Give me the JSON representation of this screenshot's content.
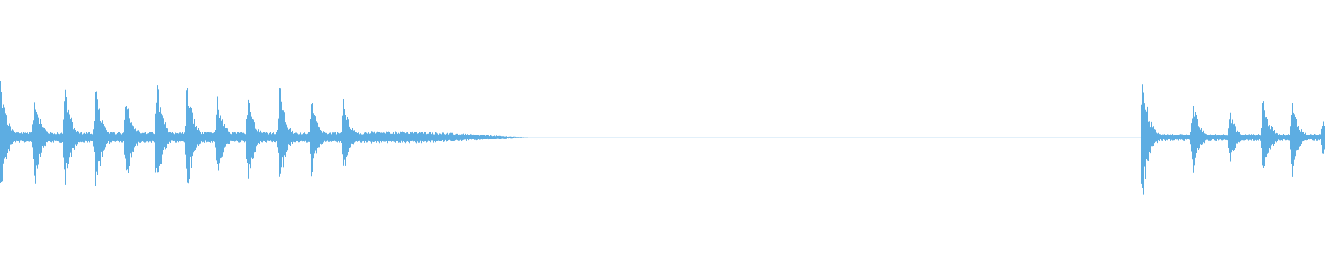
{
  "waveform": {
    "color": "#5dade2",
    "background": "#ffffff",
    "segments": [
      {
        "name": "segment-1",
        "start": 0.0,
        "end": 0.4,
        "tail_end": 0.4,
        "base": 0.04,
        "hits": [
          {
            "t": 0.0,
            "amp": 0.48
          },
          {
            "t": 0.026,
            "amp": 0.39
          },
          {
            "t": 0.049,
            "amp": 0.41
          },
          {
            "t": 0.072,
            "amp": 0.45
          },
          {
            "t": 0.095,
            "amp": 0.41
          },
          {
            "t": 0.118,
            "amp": 0.47
          },
          {
            "t": 0.141,
            "amp": 0.46
          },
          {
            "t": 0.164,
            "amp": 0.34
          },
          {
            "t": 0.187,
            "amp": 0.39
          },
          {
            "t": 0.211,
            "amp": 0.4
          },
          {
            "t": 0.235,
            "amp": 0.31
          },
          {
            "t": 0.259,
            "amp": 0.31
          }
        ],
        "fade_start": 0.28,
        "fade_end": 0.4
      },
      {
        "name": "segment-2",
        "start": 0.861,
        "end": 1.0,
        "base": 0.025,
        "hits": [
          {
            "t": 0.862,
            "amp": 0.52
          },
          {
            "t": 0.9,
            "amp": 0.3
          },
          {
            "t": 0.928,
            "amp": 0.21
          },
          {
            "t": 0.953,
            "amp": 0.35
          },
          {
            "t": 0.975,
            "amp": 0.3
          },
          {
            "t": 0.998,
            "amp": 0.14
          }
        ]
      }
    ]
  }
}
